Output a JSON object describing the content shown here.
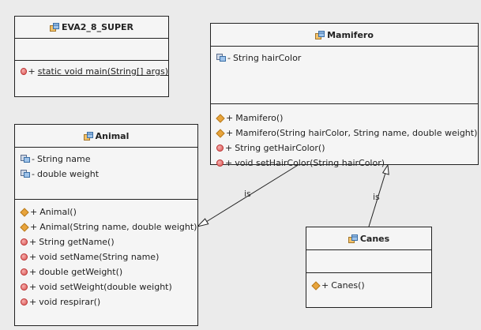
{
  "classes": {
    "eva": {
      "name": "EVA2_8_SUPER",
      "methods": [
        {
          "vis": "+",
          "text": "static void main(String[] args)"
        }
      ]
    },
    "mamifero": {
      "name": "Mamifero",
      "fields": [
        {
          "vis": "-",
          "text": "String hairColor"
        }
      ],
      "methods": [
        {
          "vis": "+",
          "text": "Mamifero()"
        },
        {
          "vis": "+",
          "text": "Mamifero(String hairColor, String name, double weight)"
        },
        {
          "vis": "+",
          "text": "String getHairColor()"
        },
        {
          "vis": "+",
          "text": "void setHairColor(String hairColor)"
        }
      ]
    },
    "animal": {
      "name": "Animal",
      "fields": [
        {
          "vis": "-",
          "text": "String name"
        },
        {
          "vis": "-",
          "text": "double weight"
        }
      ],
      "methods": [
        {
          "vis": "+",
          "text": "Animal()"
        },
        {
          "vis": "+",
          "text": "Animal(String name, double weight)"
        },
        {
          "vis": "+",
          "text": "String getName()"
        },
        {
          "vis": "+",
          "text": "void setName(String name)"
        },
        {
          "vis": "+",
          "text": "double getWeight()"
        },
        {
          "vis": "+",
          "text": "void setWeight(double weight)"
        },
        {
          "vis": "+",
          "text": "void respirar()"
        }
      ]
    },
    "canes": {
      "name": "Canes",
      "methods": [
        {
          "vis": "+",
          "text": "Canes()"
        }
      ]
    }
  },
  "edges": {
    "mamifero_to_animal": {
      "label": "is"
    },
    "canes_to_mamifero": {
      "label": "is"
    }
  },
  "colors": {
    "background": "#ebebeb",
    "box": "#f5f5f5",
    "line": "#222222"
  }
}
